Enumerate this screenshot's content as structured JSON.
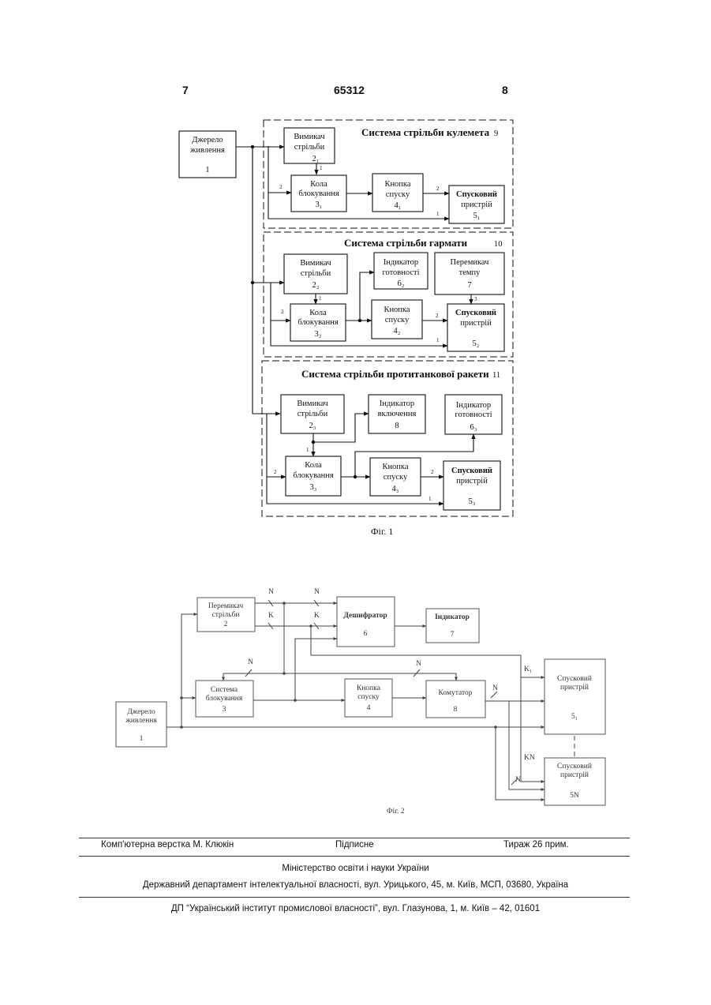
{
  "header": {
    "page_left": "7",
    "patent_no": "65312",
    "page_right": "8"
  },
  "fig1": {
    "caption": "Фіг. 1",
    "power": {
      "l1": "Джерело",
      "l2": "живлення",
      "num": "1"
    },
    "systems": [
      {
        "title": "Система стрільби кулемета",
        "num": "9",
        "switch": {
          "l1": "Вимикач",
          "l2": "стрільби",
          "num": "2₁"
        },
        "lock": {
          "l1": "Кола",
          "l2": "блокування",
          "num": "3₁"
        },
        "button": {
          "l1": "Кнопка",
          "l2": "спуску",
          "num": "4₁"
        },
        "trigger": {
          "l1": "Спусковий",
          "l2": "пристрій",
          "num": "5₁"
        }
      },
      {
        "title": "Система стрільби гармати",
        "num": "10",
        "switch": {
          "l1": "Вимикач",
          "l2": "стрільби",
          "num": "2₂"
        },
        "indicator": {
          "l1": "Індикатор",
          "l2": "готовності",
          "num": "6₂"
        },
        "tempo": {
          "l1": "Перемикач",
          "l2": "темпу",
          "num": "7"
        },
        "lock": {
          "l1": "Кола",
          "l2": "блокування",
          "num": "3₂"
        },
        "button": {
          "l1": "Кнопка",
          "l2": "спуску",
          "num": "4₂"
        },
        "trigger": {
          "l1": "Спусковий",
          "l2": "пристрій",
          "num": "5₂"
        }
      },
      {
        "title": "Система стрільби протитанкової ракети",
        "num": "11",
        "switch": {
          "l1": "Вимикач",
          "l2": "стрільби",
          "num": "2₃"
        },
        "on_indicator": {
          "l1": "Індикатор",
          "l2": "включення",
          "num": "8"
        },
        "indicator": {
          "l1": "Індикатор",
          "l2": "готовності",
          "num": "6₃"
        },
        "lock": {
          "l1": "Кола",
          "l2": "блокування",
          "num": "3₃"
        },
        "button": {
          "l1": "Кнопка",
          "l2": "спуску",
          "num": "4₃"
        },
        "trigger": {
          "l1": "Спусковий",
          "l2": "пристрій",
          "num": "5₃"
        }
      }
    ],
    "port_1": "1",
    "port_2": "2",
    "port_3": "3"
  },
  "fig2": {
    "caption": "Фіг. 2",
    "switch": {
      "l1": "Перемикач",
      "l2": "стрільби",
      "num": "2"
    },
    "decoder": {
      "l1": "Дешифратор",
      "num": "6"
    },
    "indicator": {
      "l1": "Індикатор",
      "num": "7"
    },
    "lock": {
      "l1": "Система",
      "l2": "блокування",
      "num": "3"
    },
    "button": {
      "l1": "Кнопка",
      "l2": "спуску",
      "num": "4"
    },
    "commutator": {
      "l1": "Комутатор",
      "num": "8"
    },
    "power": {
      "l1": "Джерело",
      "l2": "живлення",
      "num": "1"
    },
    "trigger1": {
      "l1": "Спусковий",
      "l2": "пристрій",
      "num": "5₁"
    },
    "triggerN": {
      "l1": "Спусковий",
      "l2": "пристрій",
      "num": "5N"
    },
    "bus_n": "N",
    "bus_k": "K",
    "k1": "K₁",
    "kn": "KN"
  },
  "footer": {
    "layout": "Комп'ютерна верстка М. Клюкін",
    "signed": "Підписне",
    "circulation": "Тираж 26 прим.",
    "ministry": "Міністерство освіти і науки України",
    "department": "Державний департамент інтелектуальної власності, вул. Урицького, 45, м. Київ, МСП, 03680, Україна",
    "institute": "ДП “Український інститут промислової власності”, вул. Глазунова, 1, м. Київ – 42, 01601"
  }
}
